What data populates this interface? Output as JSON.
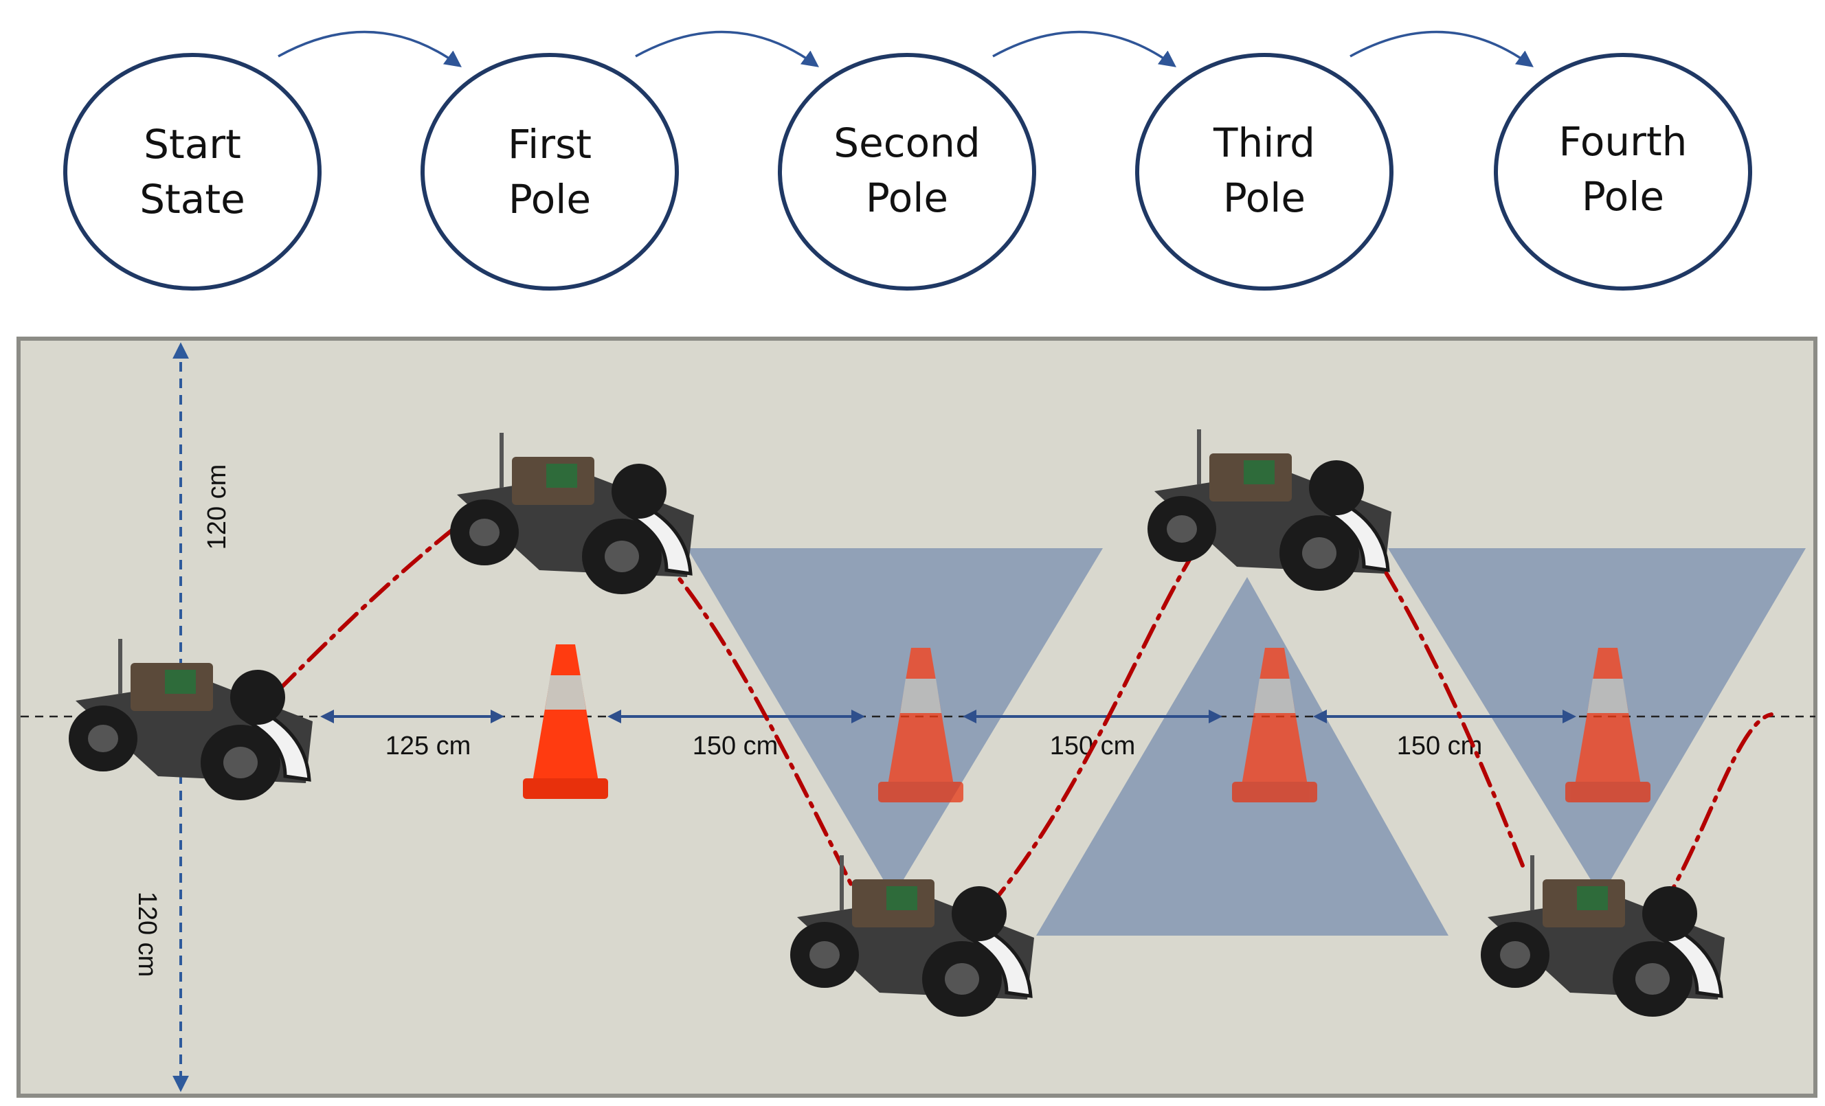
{
  "states": [
    {
      "line1": "Start",
      "line2": "State"
    },
    {
      "line1": "First",
      "line2": "Pole"
    },
    {
      "line1": "Second",
      "line2": "Pole"
    },
    {
      "line1": "Third",
      "line2": "Pole"
    },
    {
      "line1": "Fourth",
      "line2": "Pole"
    }
  ],
  "dimensions": {
    "top_height": "120 cm",
    "bottom_height": "120 cm",
    "gaps": [
      "125 cm",
      "150 cm",
      "150 cm",
      "150 cm"
    ]
  },
  "colors": {
    "state_circle": "#1f3864",
    "transition_arrow": "#2f5597",
    "field_background": "#d9d8ce",
    "field_border": "#8c8c86",
    "dimension_arrow": "#2e5a9c",
    "vision_cone": "#8699b4",
    "trajectory": "#b40000",
    "traffic_cone": "#ff3b10"
  },
  "icons": {
    "robot": "rc-car-robot-icon",
    "pole": "traffic-cone-icon"
  }
}
